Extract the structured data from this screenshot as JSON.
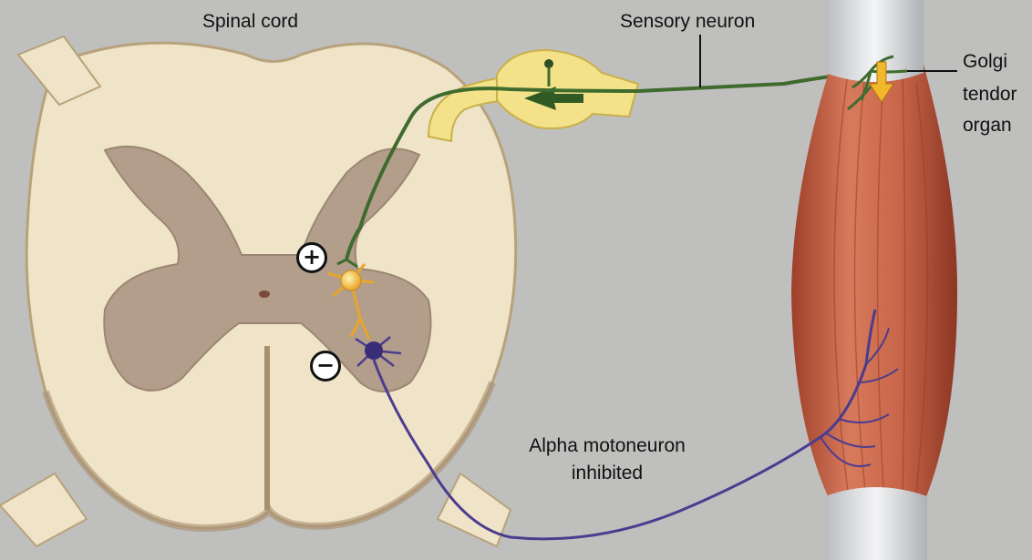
{
  "labels": {
    "spinal_cord": "Spinal cord",
    "sensory_neuron": "Sensory neuron",
    "golgi_line1": "Golgi",
    "golgi_line2": "tendor",
    "golgi_line3": "organ",
    "alpha_line1": "Alpha motoneuron",
    "alpha_line2": "inhibited"
  },
  "symbols": {
    "plus": "+",
    "minus": "−"
  },
  "colors": {
    "background_page": "#bfbfbd",
    "spinal_white_matter": "#efe4c7",
    "spinal_gray_matter": "#b39e8c",
    "dorsal_root_ganglion": "#f3e28a",
    "sensory_neuron": "#3f6b2e",
    "interneuron": "#f5c03a",
    "motoneuron": "#4b3c8f",
    "muscle": "#c8664a",
    "tendon": "#e4e6e8",
    "golgi_arrow": "#f0b82a"
  }
}
